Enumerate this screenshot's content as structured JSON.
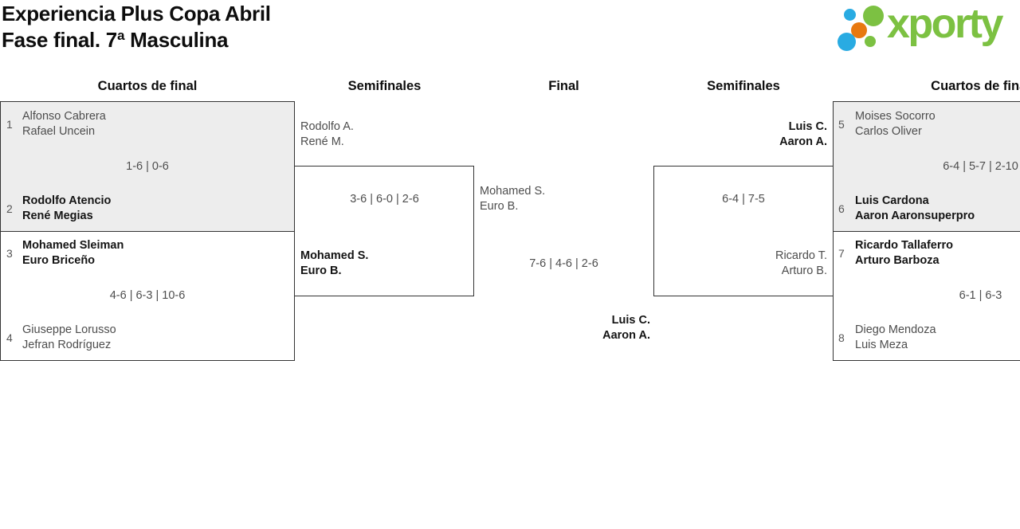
{
  "page": {
    "title_line1": "Experiencia Plus Copa Abril",
    "title_line2": "Fase final. 7ª Masculina"
  },
  "logo": {
    "wordmark": "xporty",
    "colors": {
      "green": "#7cc142",
      "blue": "#29abe2",
      "orange": "#e8790f"
    }
  },
  "round_labels": {
    "qf_left": "Cuartos de final",
    "sf_left": "Semifinales",
    "final": "Final",
    "sf_right": "Semifinales",
    "qf_right": "Cuartos de final"
  },
  "matches": {
    "qf1": {
      "seed_top": "1",
      "top1": "Alfonso Cabrera",
      "top2": "Rafael Uncein",
      "score": "1-6 | 0-6",
      "seed_bottom": "2",
      "bottom1": "Rodolfo Atencio",
      "bottom2": "René Megias"
    },
    "qf2": {
      "seed_top": "3",
      "top1": "Mohamed Sleiman",
      "top2": "Euro Briceño",
      "score": "4-6 | 6-3 | 10-6",
      "seed_bottom": "4",
      "bottom1": "Giuseppe Lorusso",
      "bottom2": "Jefran Rodríguez"
    },
    "qf3": {
      "seed_top": "5",
      "top1": "Moises Socorro",
      "top2": "Carlos Oliver",
      "score": "6-4 | 5-7 | 2-10",
      "seed_bottom": "6",
      "bottom1": "Luis Cardona",
      "bottom2": "Aaron Aaronsuperpro"
    },
    "qf4": {
      "seed_top": "7",
      "top1": "Ricardo Tallaferro",
      "top2": "Arturo Barboza",
      "score": "6-1 | 6-3",
      "seed_bottom": "8",
      "bottom1": "Diego Mendoza",
      "bottom2": "Luis Meza"
    },
    "sf_left": {
      "top1": "Rodolfo A.",
      "top2": "René M.",
      "score": "3-6 | 6-0 | 2-6",
      "bottom1": "Mohamed S.",
      "bottom2": "Euro B."
    },
    "sf_right": {
      "top1": "Luis C.",
      "top2": "Aaron A.",
      "score": "6-4 | 7-5",
      "bottom1": "Ricardo T.",
      "bottom2": "Arturo B."
    },
    "final": {
      "top1": "Mohamed S.",
      "top2": "Euro B.",
      "score": "7-6 | 4-6 | 2-6",
      "winner1": "Luis C.",
      "winner2": "Aaron A."
    }
  }
}
